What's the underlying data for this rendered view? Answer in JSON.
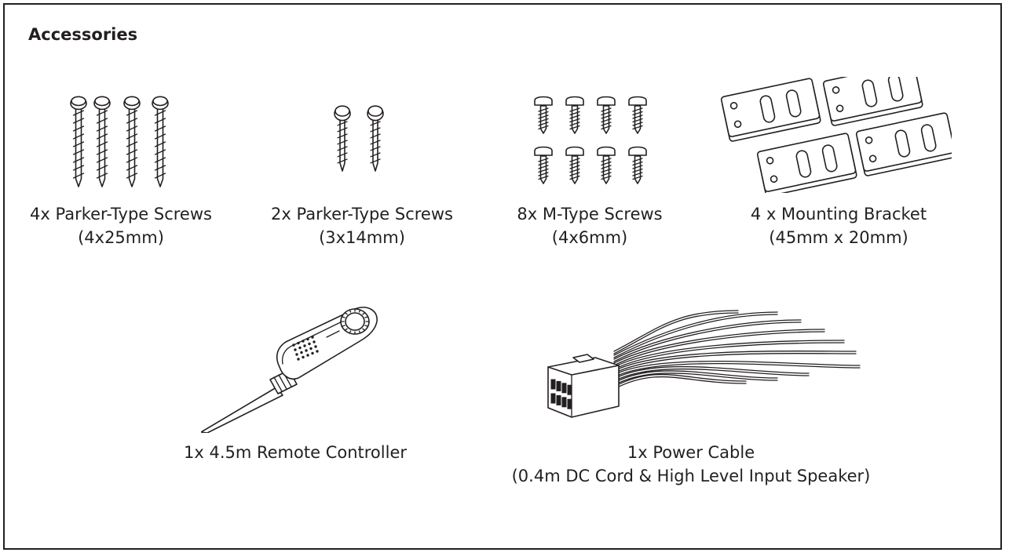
{
  "section": {
    "title": "Accessories"
  },
  "items": [
    {
      "icon": "long-parker-screw-icon",
      "line1": "4x Parker-Type Screws",
      "line2": "(4x25mm)"
    },
    {
      "icon": "short-parker-screw-icon",
      "line1": "2x Parker-Type Screws",
      "line2": "(3x14mm)"
    },
    {
      "icon": "m-type-screw-icon",
      "line1": "8x M-Type Screws",
      "line2": "(4x6mm)"
    },
    {
      "icon": "mounting-bracket-icon",
      "line1": "4 x Mounting Bracket",
      "line2": "(45mm x 20mm)"
    },
    {
      "icon": "remote-controller-icon",
      "line1": "1x 4.5m Remote Controller"
    },
    {
      "icon": "power-cable-icon",
      "line1": "1x Power Cable",
      "line2": "(0.4m DC Cord & High Level Input Speaker)"
    }
  ]
}
